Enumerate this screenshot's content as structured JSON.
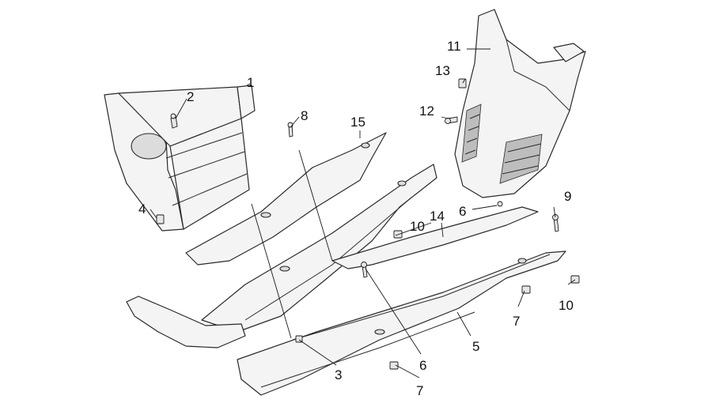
{
  "callouts": [
    {
      "id": "c1",
      "label": "1"
    },
    {
      "id": "c2",
      "label": "2"
    },
    {
      "id": "c3",
      "label": "3"
    },
    {
      "id": "c4",
      "label": "4"
    },
    {
      "id": "c5",
      "label": "5"
    },
    {
      "id": "c6a",
      "label": "6"
    },
    {
      "id": "c6b",
      "label": "6"
    },
    {
      "id": "c7a",
      "label": "7"
    },
    {
      "id": "c7b",
      "label": "7"
    },
    {
      "id": "c8",
      "label": "8"
    },
    {
      "id": "c9",
      "label": "9"
    },
    {
      "id": "c10a",
      "label": "10"
    },
    {
      "id": "c10b",
      "label": "10"
    },
    {
      "id": "c11",
      "label": "11"
    },
    {
      "id": "c12",
      "label": "12"
    },
    {
      "id": "c13",
      "label": "13"
    },
    {
      "id": "c14",
      "label": "14"
    },
    {
      "id": "c15",
      "label": "15"
    }
  ]
}
